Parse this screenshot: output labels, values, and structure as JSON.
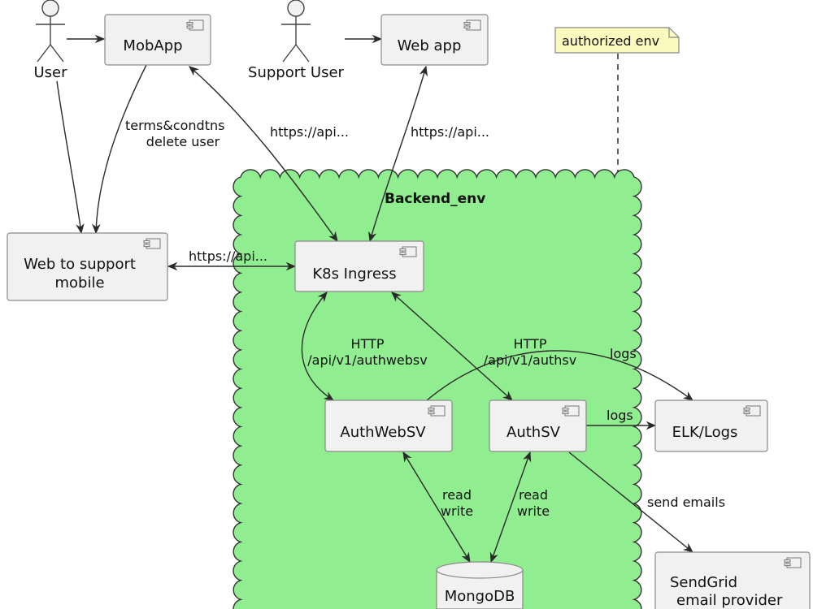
{
  "colors": {
    "cloud_fill": "#90EE90",
    "component_fill": "#f1f1f1",
    "note_fill": "#fbfbc0",
    "line": "#2a2a2a"
  },
  "actors": {
    "user": "User",
    "support_user": "Support User"
  },
  "components": {
    "mobapp": "MobApp",
    "webapp": "Web app",
    "web_support_line1": "Web to support",
    "web_support_line2": "mobile",
    "k8s": "K8s Ingress",
    "authwebsv": "AuthWebSV",
    "authsv": "AuthSV",
    "elk": "ELK/Logs",
    "mongodb": "MongoDB",
    "sendgrid_line1": "SendGrid",
    "sendgrid_line2": "email provider"
  },
  "cloud": {
    "label": "Backend_env"
  },
  "note": {
    "text": "authorized env"
  },
  "edge_labels": {
    "terms_line1": "terms&condtns",
    "terms_line2": "delete user",
    "mob_api": "https://api...",
    "web_api": "https://api...",
    "support_api": "https://api...",
    "authweb_http": "HTTP",
    "authweb_path": "/api/v1/authwebsv",
    "auth_http": "HTTP",
    "auth_path": "/api/v1/authsv",
    "logs_a": "logs",
    "logs_b": "logs",
    "rw_a1": "read",
    "rw_a2": "write",
    "rw_b1": "read",
    "rw_b2": "write",
    "send_emails": "send emails"
  }
}
